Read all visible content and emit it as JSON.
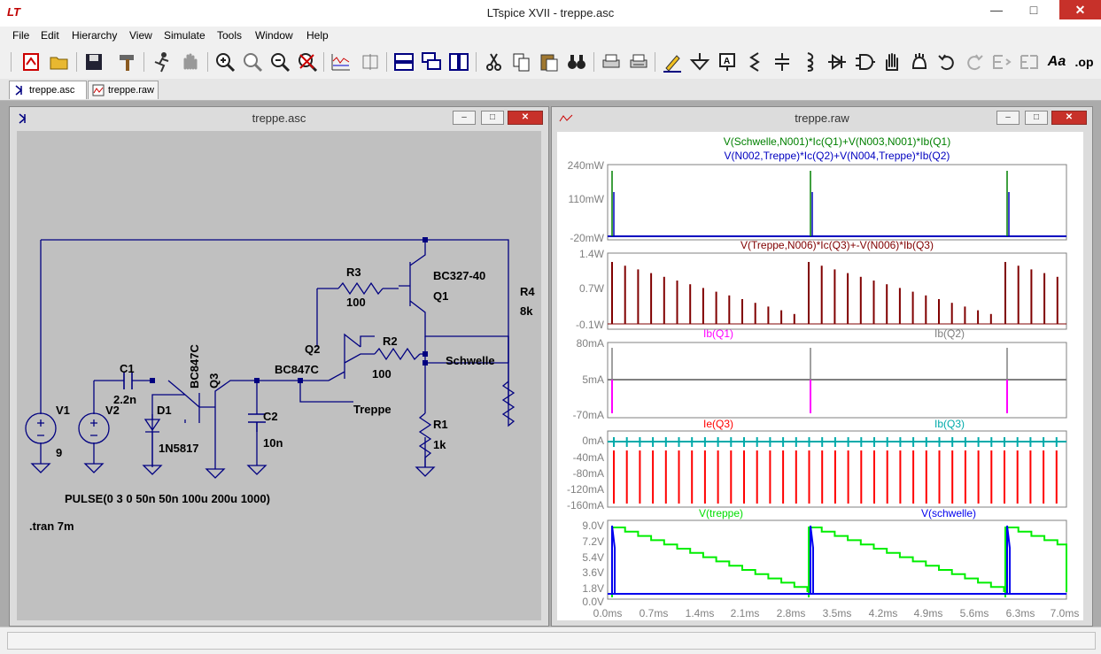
{
  "window": {
    "title": "LTspice XVII - treppe.asc",
    "app_icon_text": "LT"
  },
  "menu": [
    "File",
    "Edit",
    "Hierarchy",
    "View",
    "Simulate",
    "Tools",
    "Window",
    "Help"
  ],
  "toolbar": {
    "labels_text_tool": "Aa",
    "spice_directive_tool": ".op"
  },
  "tabs": [
    {
      "label": "treppe.asc"
    },
    {
      "label": "treppe.raw"
    }
  ],
  "schematic": {
    "title": "treppe.asc",
    "components": {
      "R3": {
        "ref": "R3",
        "value": "100"
      },
      "R2": {
        "ref": "R2",
        "value": "100"
      },
      "R4": {
        "ref": "R4",
        "value": "8k"
      },
      "R1": {
        "ref": "R1",
        "value": "1k"
      },
      "Q1": {
        "ref": "Q1",
        "model": "BC327-40"
      },
      "Q2": {
        "ref": "Q2",
        "model": "BC847C"
      },
      "Q3": {
        "ref": "Q3",
        "model": "BC847C"
      },
      "C1": {
        "ref": "C1",
        "value": "2.2n"
      },
      "C2": {
        "ref": "C2",
        "value": "10n"
      },
      "D1": {
        "ref": "D1",
        "model": "1N5817"
      },
      "V1": {
        "ref": "V1",
        "value": "9"
      },
      "V2": {
        "ref": "V2"
      }
    },
    "net_labels": {
      "schwelle": "Schwelle",
      "treppe": "Treppe"
    },
    "pulse": "PULSE(0 3 0 50n 50n 100u 200u 1000)",
    "directive": ".tran 7m"
  },
  "waveform": {
    "title": "treppe.raw",
    "xaxis": {
      "ticks": [
        "0.0ms",
        "0.7ms",
        "1.4ms",
        "2.1ms",
        "2.8ms",
        "3.5ms",
        "4.2ms",
        "4.9ms",
        "5.6ms",
        "6.3ms",
        "7.0ms"
      ]
    },
    "pane1": {
      "trace_a": "V(Schwelle,N001)*Ic(Q1)+V(N003,N001)*Ib(Q1)",
      "trace_b": "V(N002,Treppe)*Ic(Q2)+V(N004,Treppe)*Ib(Q2)",
      "ticks": [
        "240mW",
        "110mW",
        "-20mW"
      ],
      "color_a": "#008000",
      "color_b": "#0000c0"
    },
    "pane2": {
      "trace_a": "V(Treppe,N006)*Ic(Q3)+-V(N006)*Ib(Q3)",
      "ticks": [
        "1.4W",
        "0.7W",
        "-0.1W"
      ],
      "color_a": "#800000"
    },
    "pane3": {
      "trace_a": "Ib(Q1)",
      "trace_b": "Ib(Q2)",
      "ticks": [
        "80mA",
        "5mA",
        "-70mA"
      ],
      "color_a": "#ff00ff",
      "color_b": "#808080"
    },
    "pane4": {
      "trace_a": "Ie(Q3)",
      "trace_b": "Ib(Q3)",
      "ticks": [
        "0mA",
        "-40mA",
        "-80mA",
        "-120mA",
        "-160mA"
      ],
      "color_a": "#ff0000",
      "color_b": "#00aaaa"
    },
    "pane5": {
      "trace_a": "V(treppe)",
      "trace_b": "V(schwelle)",
      "ticks": [
        "9.0V",
        "7.2V",
        "5.4V",
        "3.6V",
        "1.8V",
        "0.0V"
      ],
      "color_a": "#00ee00",
      "color_b": "#0000ee"
    }
  },
  "colors": {
    "wire": "#000080",
    "schematic_bg": "#c0c0c0",
    "text": "#000000"
  }
}
